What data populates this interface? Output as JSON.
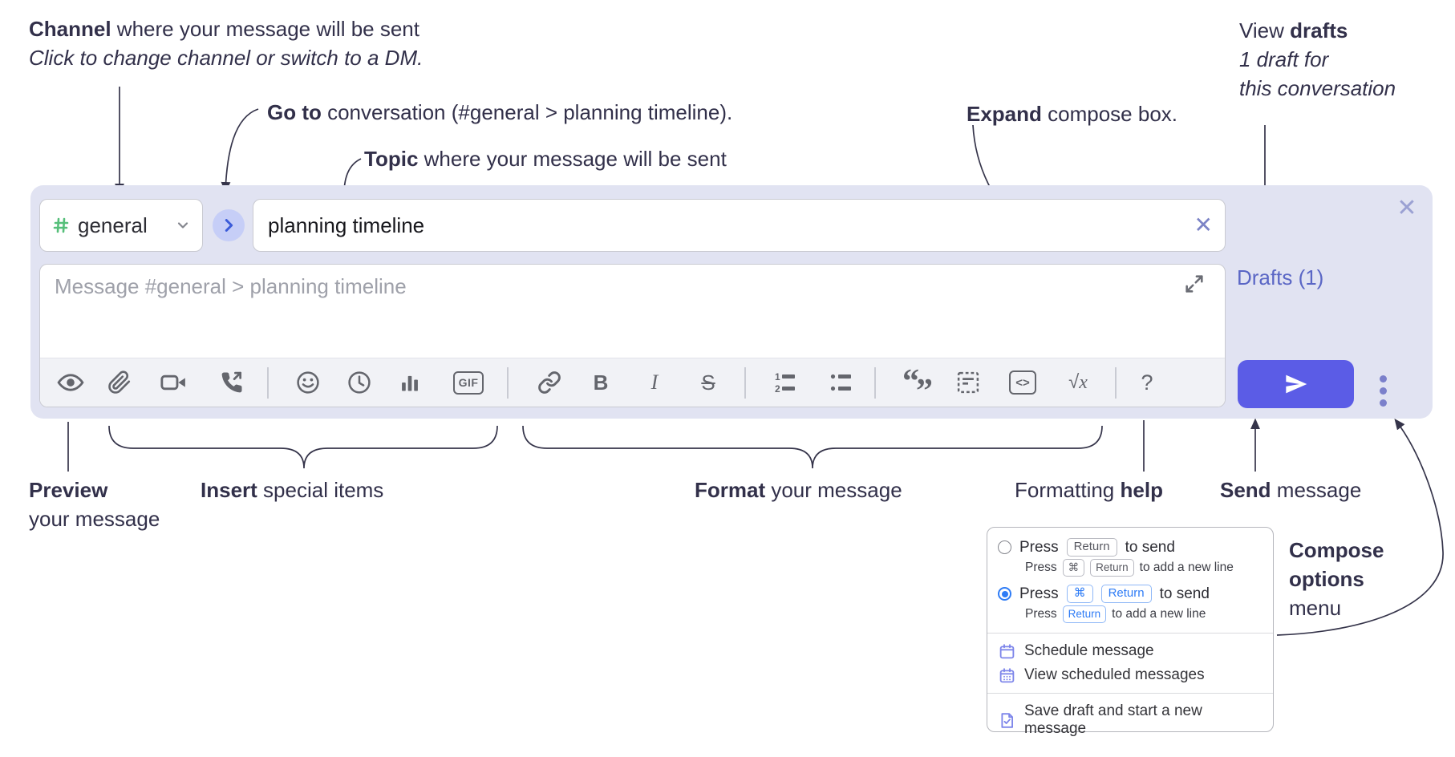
{
  "annotations": {
    "channel_bold": "Channel",
    "channel_rest": " where your message will be sent",
    "channel_line2": "Click to change channel or switch to a DM.",
    "goto_bold": "Go to",
    "goto_rest": " conversation (#general > planning timeline).",
    "topic_bold": "Topic",
    "topic_rest": " where your message will be sent",
    "expand_bold": "Expand",
    "expand_rest": " compose box.",
    "drafts_pre": "View ",
    "drafts_bold": "drafts",
    "drafts_line2": "1 draft for",
    "drafts_line3": "this conversation",
    "preview_bold": "Preview",
    "preview_line2": "your message",
    "insert_bold": "Insert",
    "insert_rest": " special items",
    "format_bold": "Format",
    "format_rest": " your message",
    "fmthelp_pre": "Formatting ",
    "fmthelp_bold": "help",
    "send_bold": "Send",
    "send_rest": " message",
    "compose_opts_bold1": "Compose",
    "compose_opts_bold2": "options",
    "compose_opts_line3": "menu"
  },
  "compose": {
    "channel_hash": "#",
    "channel_name": "general",
    "topic_value": "planning timeline",
    "topic_clear_glyph": "✕",
    "close_glyph": "✕",
    "message_placeholder": "Message #general > planning timeline",
    "drafts_label": "Drafts (1)",
    "toolbar": {
      "gif": "GIF",
      "bold": "B",
      "italic": "I",
      "strike": "S",
      "quote_open": "“",
      "quote_close": "”",
      "code": "<>",
      "sqrt": "√",
      "math_x": "x",
      "help": "?",
      "ol_1": "1",
      "ol_2": "2"
    }
  },
  "popup": {
    "opt1": {
      "press": "Press",
      "key": "Return",
      "after": "to send",
      "sub": {
        "press": "Press",
        "mod": "⌘",
        "key": "Return",
        "after": "to add a new line"
      }
    },
    "opt2": {
      "press": "Press",
      "mod": "⌘",
      "key": "Return",
      "after": "to send",
      "sub": {
        "press": "Press",
        "key": "Return",
        "after": "to add a new line"
      }
    },
    "menu_items": [
      "Schedule message",
      "View scheduled messages",
      "Save draft and start a new message"
    ]
  },
  "colors": {
    "container_bg": "#e1e3f2",
    "accent_send": "#5b5ce6",
    "hash_green": "#56bf7a",
    "goto_blue": "#3b5bd9",
    "drafts_link": "#5a66c5",
    "popup_blue": "#2e7cf6",
    "popup_icon_purple": "#7d85ea",
    "toolbar_icon_gray": "#64666d",
    "annotation_ink": "#32304a"
  }
}
